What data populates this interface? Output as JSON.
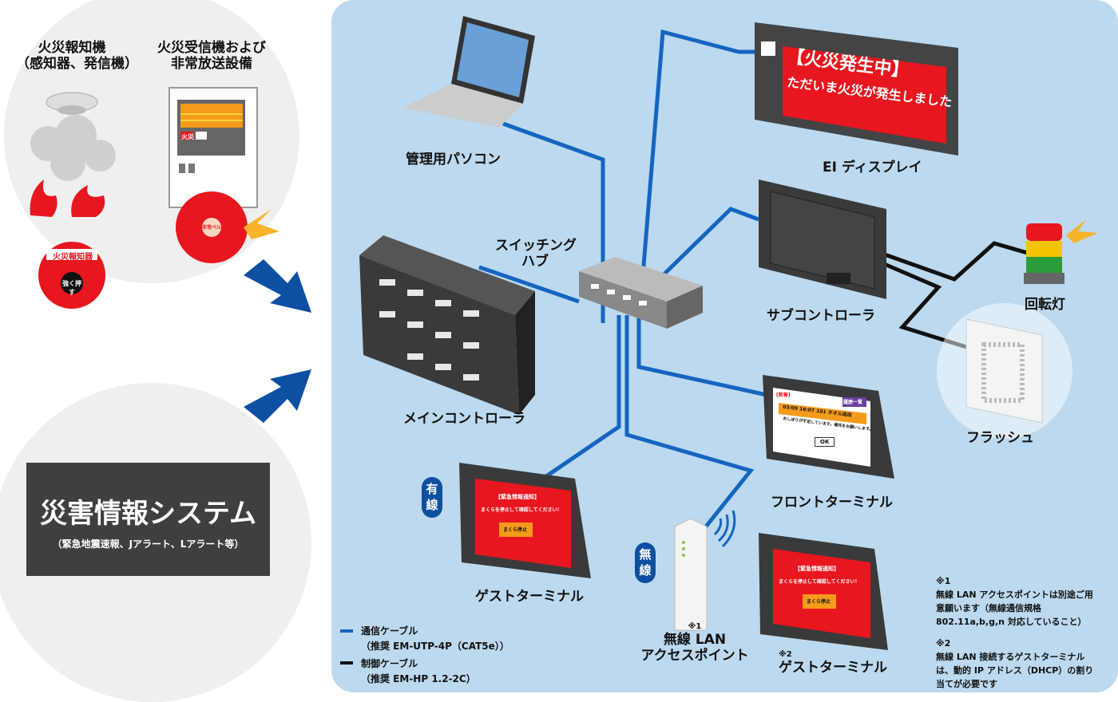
{
  "left": {
    "fire_alarm": {
      "title1": "火災報知機",
      "title2": "（感知器、発信機）",
      "button_label": "火災報知器",
      "button_text": "強く押す"
    },
    "receiver": {
      "title1": "火災受信機および",
      "title2": "非常放送設備",
      "panel_tag": "火災",
      "bell_label": "非常ベル"
    },
    "disaster_system": {
      "title": "災害情報システム",
      "subtitle": "（緊急地震速報、Jアラート、Lアラート等）"
    }
  },
  "network": {
    "laptop": "管理用パソコン",
    "ei_display": {
      "label": "EI ディスプレイ",
      "screen_line1": "【火災発生中】",
      "screen_line2": "ただいま火災が発生しました"
    },
    "hub": {
      "line1": "スイッチング",
      "line2": "ハブ"
    },
    "main_controller": "メインコントローラ",
    "sub_controller": "サブコントローラ",
    "rotating_light": "回転灯",
    "flash": "フラッシュ",
    "front_terminal": {
      "label": "フロントターミナル",
      "tag": "[新着]",
      "button": "履歴一覧",
      "alert": "03/09 16:07 101 タオル追加",
      "message": "おしぼりが不足しています。補充をお願いします。",
      "ok": "OK"
    },
    "guest_terminal_wired": {
      "label": "ゲストターミナル",
      "badge": "有線",
      "screen_title": "【緊急情報通知】",
      "screen_msg": "まくらを停止して確認してください！",
      "button": "まくら停止"
    },
    "access_point": {
      "note_mark": "※1",
      "line1": "無線 LAN",
      "line2": "アクセスポイント",
      "badge": "無線"
    },
    "guest_terminal_wireless": {
      "note_mark": "※2",
      "label": "ゲストターミナル",
      "screen_title": "【緊急情報通知】",
      "screen_msg": "まくらを停止して確認してください！",
      "button": "まくら停止"
    }
  },
  "legend": [
    {
      "name": "通信ケーブル",
      "detail": "（推奨 EM-UTP-4P（CAT5e））",
      "color": "#1565c0"
    },
    {
      "name": "制御ケーブル",
      "detail": "（推奨 EM-HP 1.2-2C）",
      "color": "#111111"
    }
  ],
  "notes": [
    {
      "mark": "※1",
      "text": "無線 LAN アクセスポイントは別途ご用意願います（無線通信規格 802.11a,b,g,n 対応していること）"
    },
    {
      "mark": "※2",
      "text": "無線 LAN 接続するゲストターミナルは、動的 IP アドレス（DHCP）の割り当てが必要です"
    }
  ],
  "colors": {
    "panel": "#bcd9ef",
    "cable_comm": "#1565c0",
    "cable_ctrl": "#111111",
    "arrow": "#0d4fa0",
    "alert_red": "#e8161e"
  }
}
